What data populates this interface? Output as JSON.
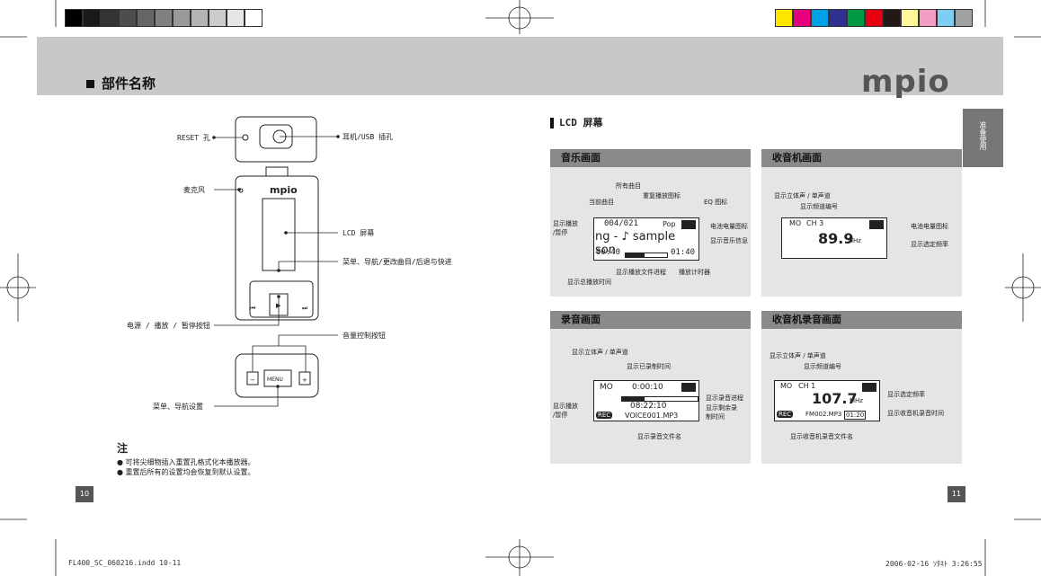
{
  "section_title": "部件名称",
  "brand_logo": "mpio",
  "side_tab": "准备使用",
  "device_labels": {
    "reset": "RESET 孔",
    "earphone_usb": "耳机/USB 插孔",
    "microphone": "麦克风",
    "lcd": "LCD 屏幕",
    "menu_nav": "菜单、导航/更改曲目/后退与快进",
    "power_play": "电源 / 播放 / 暂停按钮",
    "volume": "音量控制按钮",
    "menu_setting": "菜单、导航设置"
  },
  "lcd_section_title": "LCD 屏幕",
  "panels": {
    "music": {
      "title": "音乐画面",
      "ann_all_tracks": "所有曲目",
      "ann_current": "当前曲目",
      "ann_repeat": "重复播放图标",
      "ann_eq": "EQ 图标",
      "ann_play": "显示播放\n/暂停",
      "ann_battery": "电池电量图标",
      "ann_music_info": "显示音乐信息",
      "ann_progress": "显示播放文件进程",
      "ann_timer": "播放计时器",
      "ann_total": "显示总播放时间",
      "screen_track": "004/021",
      "screen_eq": "Pop",
      "screen_song": "ng - ♪ sample son",
      "screen_elapsed": "00:40",
      "screen_total": "01:40"
    },
    "radio": {
      "title": "收音机画面",
      "ann_stereo": "显示立体声 / 单声道",
      "ann_channel": "显示频道编号",
      "ann_battery": "电池电量图标",
      "ann_freq": "显示选定频率",
      "screen_mo": "MO",
      "screen_ch": "CH 3",
      "screen_freq": "89.9",
      "screen_unit": "MHz"
    },
    "record": {
      "title": "录音画面",
      "ann_stereo": "显示立体声 / 单声道",
      "ann_recorded": "显示已录制时间",
      "ann_play": "显示播放\n/暂停",
      "ann_progress": "显示录音进程",
      "ann_remaining": "显示剩余录\n制时间",
      "ann_filename": "显示录音文件名",
      "screen_mo": "MO",
      "screen_time": "0:00:10",
      "screen_remaining": "08:22:10",
      "screen_file": "VOICE001.MP3",
      "screen_rec": "REC"
    },
    "radio_record": {
      "title": "收音机录音画面",
      "ann_stereo": "显示立体声 / 单声道",
      "ann_channel": "显示频道编号",
      "ann_freq": "显示选定频率",
      "ann_time": "显示收音机录音时间",
      "ann_filename": "显示收音机录音文件名",
      "screen_mo": "MO",
      "screen_ch": "CH 1",
      "screen_freq": "107.7",
      "screen_unit": "MHz",
      "screen_file": "FM002.MP3",
      "screen_time": "01:20",
      "screen_rec": "REC"
    }
  },
  "notes": {
    "heading": "注",
    "items": [
      "可将尖细物插入重置孔格式化本播放器。",
      "重置后所有的设置均会恢复到默认设置。"
    ]
  },
  "page_left": "10",
  "page_right": "11",
  "footer_left": "FL400_SC_060216.indd   10-11",
  "footer_right": "2006-02-16   ｿﾀﾈﾄ 3:26:55",
  "colors": {
    "gray_swatches": [
      "#000000",
      "#1a1a1a",
      "#333333",
      "#4d4d4d",
      "#666666",
      "#808080",
      "#999999",
      "#b3b3b3",
      "#cccccc",
      "#e6e6e6",
      "#ffffff"
    ],
    "color_swatches": [
      "#ffe600",
      "#e6007e",
      "#00a0e9",
      "#2e3192",
      "#009944",
      "#e60012",
      "#231815",
      "#fff799",
      "#f19ec2",
      "#7ecef4",
      "#9fa0a0"
    ]
  }
}
